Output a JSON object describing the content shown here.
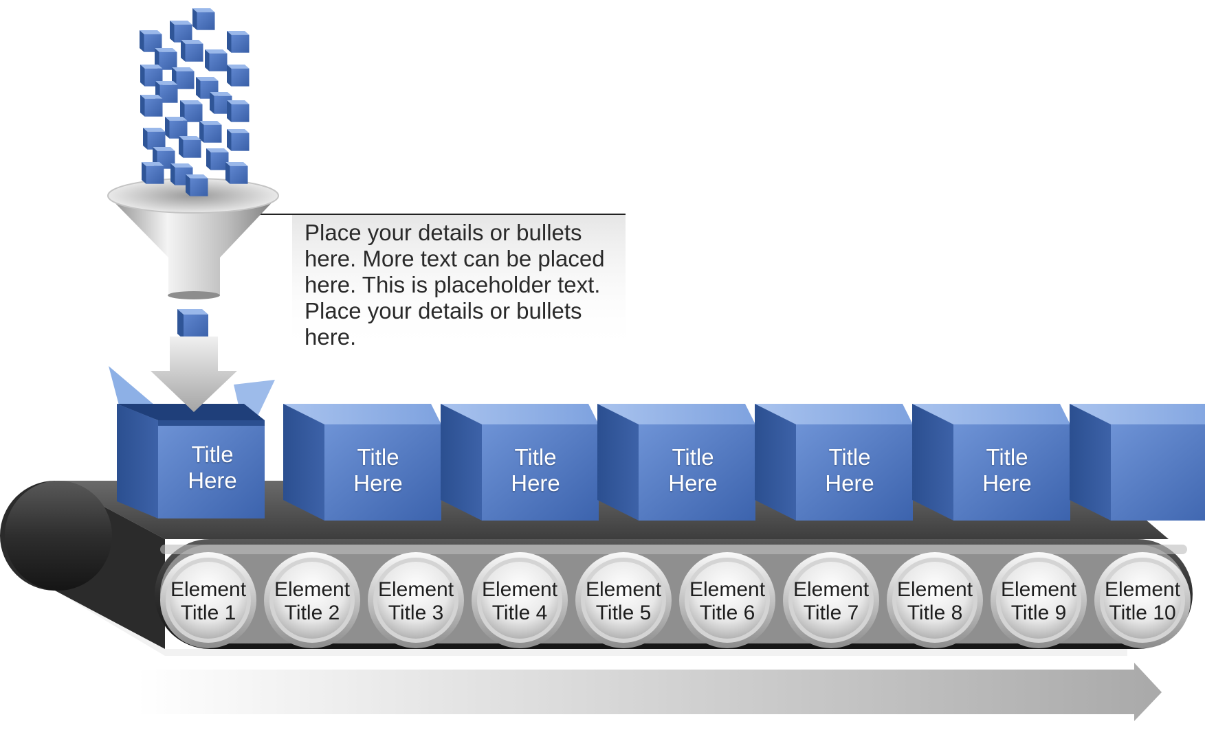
{
  "callout": {
    "lines": [
      "Place your details or bullets",
      "here. More text can be placed",
      "here. This is placeholder text.",
      "Place your details or bullets",
      "here."
    ]
  },
  "boxes": [
    {
      "line1": "Title",
      "line2": "Here"
    },
    {
      "line1": "Title",
      "line2": "Here"
    },
    {
      "line1": "Title",
      "line2": "Here"
    },
    {
      "line1": "Title",
      "line2": "Here"
    },
    {
      "line1": "Title",
      "line2": "Here"
    },
    {
      "line1": "Title",
      "line2": "Here"
    }
  ],
  "rollers": [
    {
      "line1": "Element",
      "line2": "Title 1"
    },
    {
      "line1": "Element",
      "line2": "Title 2"
    },
    {
      "line1": "Element",
      "line2": "Title 3"
    },
    {
      "line1": "Element",
      "line2": "Title 4"
    },
    {
      "line1": "Element",
      "line2": "Title 5"
    },
    {
      "line1": "Element",
      "line2": "Title 6"
    },
    {
      "line1": "Element",
      "line2": "Title 7"
    },
    {
      "line1": "Element",
      "line2": "Title 8"
    },
    {
      "line1": "Element",
      "line2": "Title 9"
    },
    {
      "line1": "Element",
      "line2": "Title 10"
    }
  ],
  "colors": {
    "box_front": "#4b74bf",
    "box_top": "#8db0e6",
    "box_side": "#2f5597",
    "belt": "#3a3a3a",
    "roller": "#e6e6e6"
  }
}
